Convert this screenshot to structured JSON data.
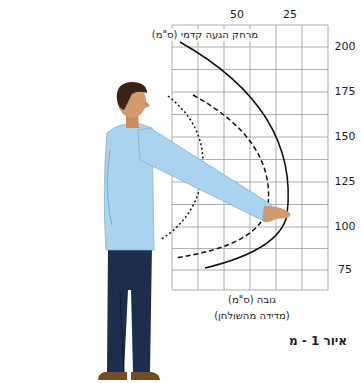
{
  "diagram": {
    "caption": "איור 1 - מ",
    "labels": [
      "מרחק הגעה קדמי (ס\"מ)",
      "50",
      "25",
      "200",
      "175",
      "150",
      "125",
      "100",
      "75",
      "גובה (ס\"מ)",
      "(מדידה מהשולחן)"
    ]
  }
}
